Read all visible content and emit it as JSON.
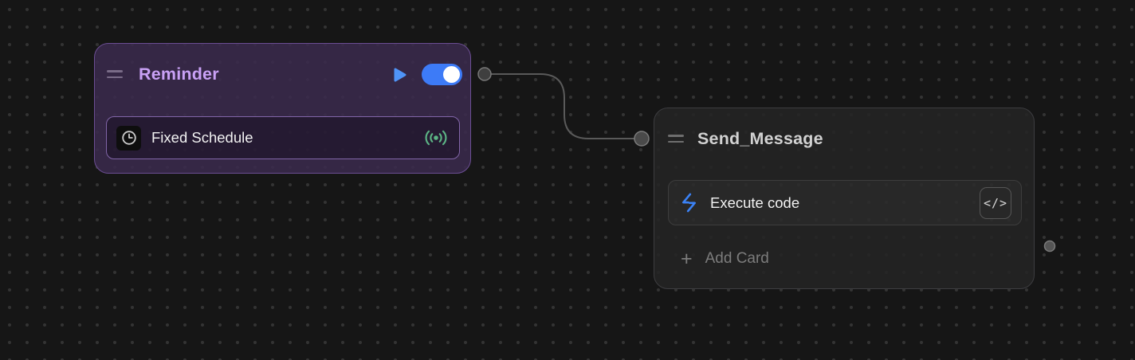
{
  "canvas": {
    "background_color": "#161616",
    "dot_color": "#333333"
  },
  "connection": {
    "color": "#5a5a5a",
    "from": "reminder-output-port",
    "to": "send-message-input-port"
  },
  "reminder_node": {
    "title": "Reminder",
    "title_color": "#c9a1f5",
    "border_color": "#6c4e94",
    "play_color": "#4f94f7",
    "toggle": {
      "state": "on",
      "color": "#3d7bf7"
    },
    "card": {
      "label": "Fixed Schedule",
      "left_icon": "clock-icon",
      "right_icon": "broadcast-icon",
      "right_icon_color": "#5cb585"
    }
  },
  "send_message_node": {
    "title": "Send_Message",
    "title_color": "#d2d2d2",
    "border_color": "#3d3d40",
    "card": {
      "label": "Execute code",
      "left_icon": "zap-icon",
      "left_icon_color": "#3b82f6",
      "code_button_label": "</>"
    },
    "add_card": {
      "plus": "+",
      "label": "Add Card"
    }
  }
}
